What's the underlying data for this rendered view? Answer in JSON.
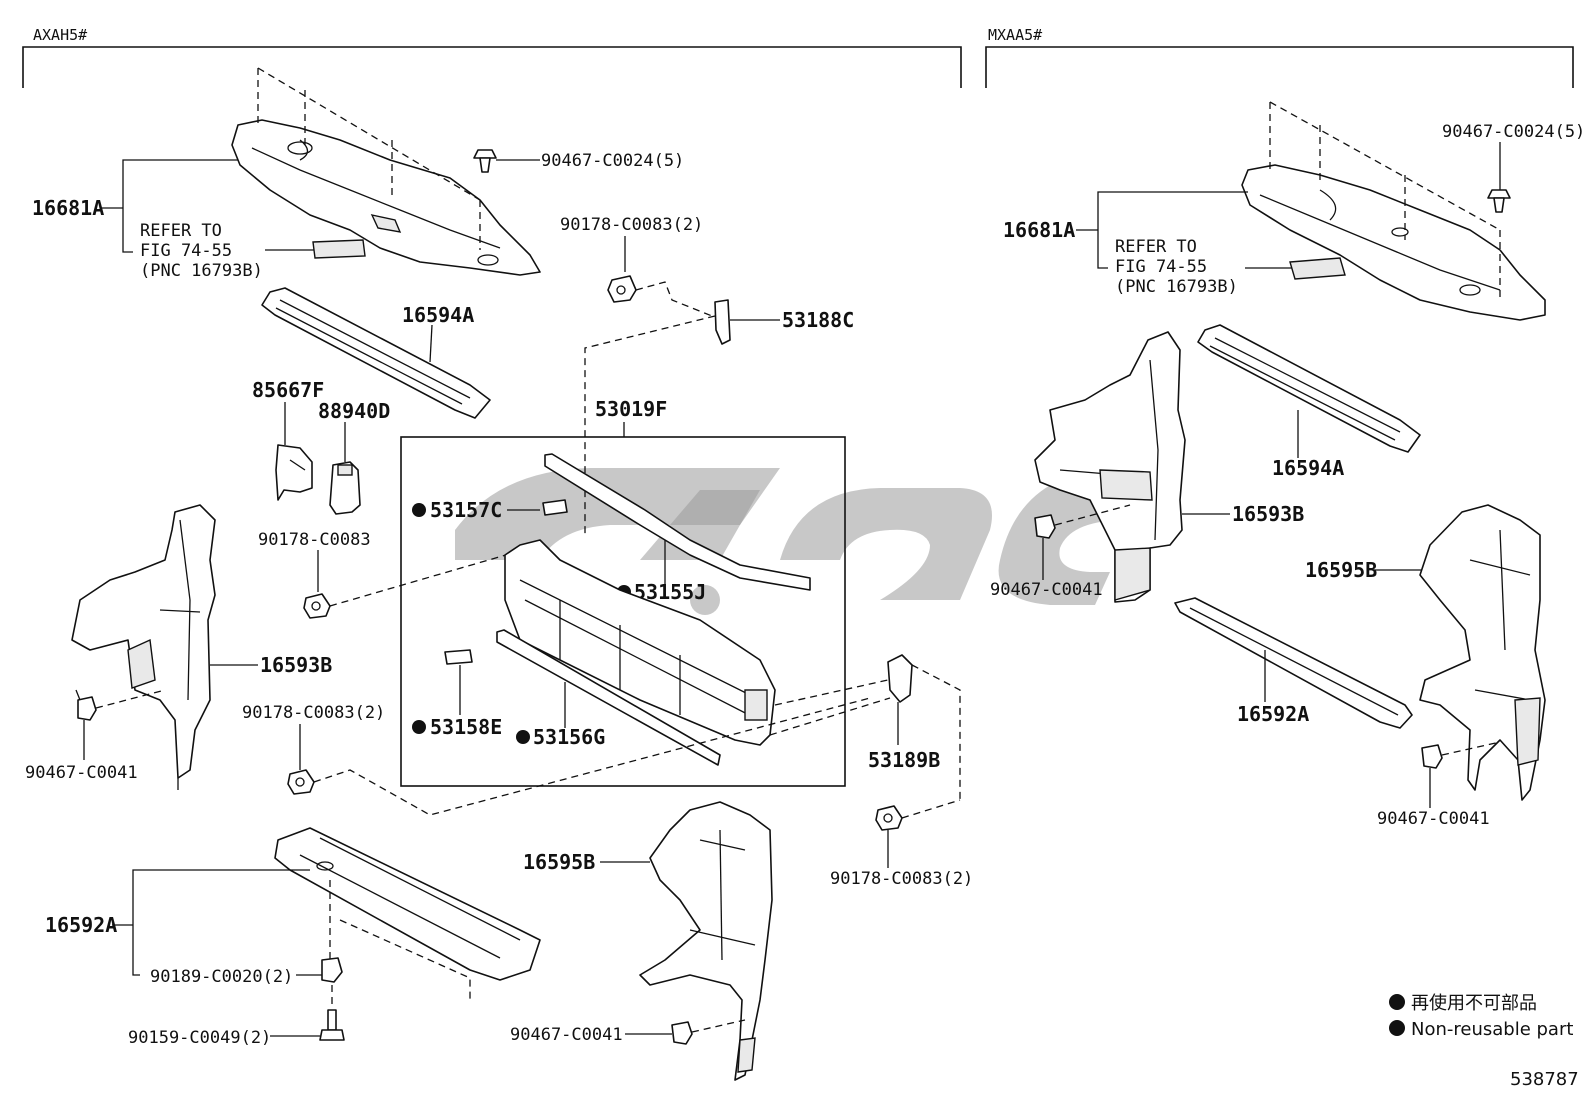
{
  "sections": {
    "left_title": "AXAH5#",
    "right_title": "MXAA5#"
  },
  "labels": {
    "l_16681A": "16681A",
    "l_refer_1": "REFER TO",
    "l_refer_2": "FIG 74-55",
    "l_refer_3": "(PNC 16793B)",
    "l_90467_C0024_5": "90467-C0024(5)",
    "l_90178_C0083_2_top": "90178-C0083(2)",
    "l_53188C": "53188C",
    "l_16594A": "16594A",
    "l_85667F": "85667F",
    "l_88940D": "88940D",
    "l_53019F": "53019F",
    "l_53157C": "53157C",
    "l_53155J": "53155J",
    "l_53158E": "53158E",
    "l_53156G": "53156G",
    "l_90178_C0083": "90178-C0083",
    "l_16593B": "16593B",
    "l_90467_C0041": "90467-C0041",
    "l_90178_C0083_2_mid": "90178-C0083(2)",
    "l_53189B": "53189B",
    "l_90178_C0083_2_bot": "90178-C0083(2)",
    "l_16592A": "16592A",
    "l_90189_C0020_2": "90189-C0020(2)",
    "l_90159_C0049_2": "90159-C0049(2)",
    "l_16595B": "16595B",
    "l_90467_C0041_bot": "90467-C0041",
    "r_90467_C0024_5": "90467-C0024(5)",
    "r_16681A": "16681A",
    "r_refer_1": "REFER TO",
    "r_refer_2": "FIG 74-55",
    "r_refer_3": "(PNC 16793B)",
    "r_16594A": "16594A",
    "r_16593B": "16593B",
    "r_90467_C0041_a": "90467-C0041",
    "r_16595B": "16595B",
    "r_16592A": "16592A",
    "r_90467_C0041_b": "90467-C0041"
  },
  "legend": {
    "line1": "再使用不可部品",
    "line2": "Non-reusable part"
  },
  "footer": {
    "diagram_number": "538787"
  }
}
